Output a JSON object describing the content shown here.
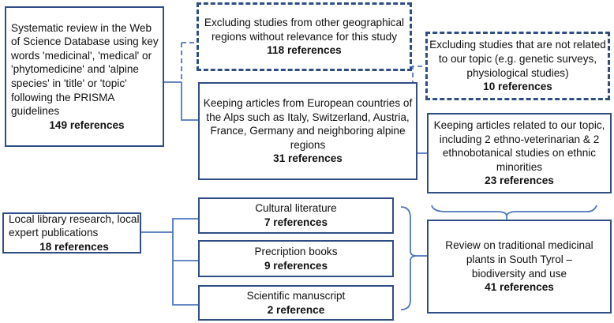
{
  "colors": {
    "border": "#2f4e86",
    "connector": "#4f77bd"
  },
  "boxes": {
    "wos_search": {
      "text": "Systematic review in the Web of Science Database using key words 'medicinal', 'medical' or 'phytomedicine' and 'alpine species' in 'title' or 'topic' following the PRISMA guidelines",
      "count": "149 references"
    },
    "excluded_regions": {
      "text": "Excluding studies from other geographical regions without relevance for this study",
      "count": "118 references"
    },
    "european_alps": {
      "text": "Keeping articles from European countries of the Alps such as Italy, Switzerland, Austria, France, Germany and neighboring alpine regions",
      "count": "31 references"
    },
    "excluded_unrelated": {
      "text": "Excluding studies that are not related to our topic (e.g. genetic surveys, physiological studies)",
      "count": "10 references"
    },
    "related_topic": {
      "text": "Keeping articles related to our topic, including 2 ethno-veterinarian & 2 ethnobotanical studies on ethnic minorities",
      "count": "23 references"
    },
    "local_library": {
      "text": "Local library research, local expert publications",
      "count": "18 references"
    },
    "cultural_literature": {
      "text": "Cultural literature",
      "count": "7 references"
    },
    "prescription_books": {
      "text": "Precription books",
      "count": "9 references"
    },
    "scientific_manuscript": {
      "text": "Scientific manuscript",
      "count": "2 reference"
    },
    "final_review": {
      "text": "Review on traditional medicinal plants in South Tyrol – biodiversity and use",
      "count": "41 references"
    }
  }
}
